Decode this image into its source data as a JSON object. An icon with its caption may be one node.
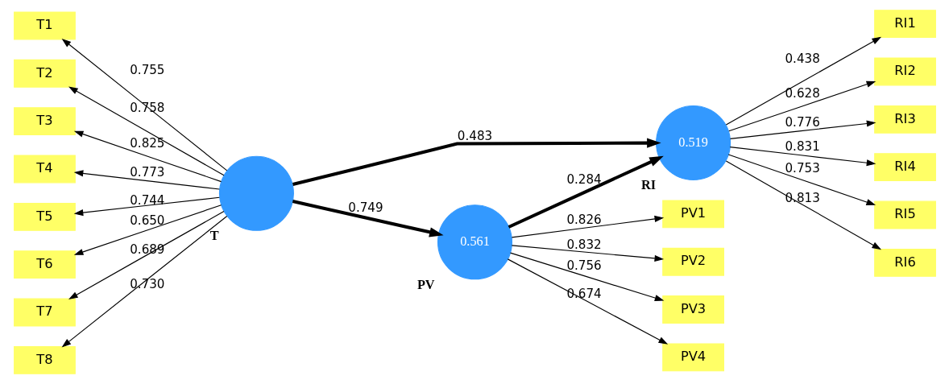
{
  "diagram": {
    "nodes": [
      {
        "text": [],
        "shape": "circle",
        "beside": [
          "T"
        ]
      },
      {
        "text": [
          "0.561"
        ],
        "beside": [
          "PV"
        ]
      },
      {
        "text": [
          "0.519"
        ],
        "beside": [
          "RI"
        ]
      },
      {
        "text": [
          "PV1"
        ]
      },
      {
        "text": [
          "PV2"
        ]
      },
      {
        "text": [
          "PV3"
        ]
      },
      {
        "text": [
          "PV4"
        ]
      },
      {
        "text": [
          "T1"
        ]
      },
      {
        "text": [
          "T2"
        ]
      },
      {
        "text": [
          "T3"
        ]
      },
      {
        "text": [
          "T4"
        ]
      },
      {
        "text": [
          "T5"
        ]
      },
      {
        "text": [
          "T6"
        ]
      },
      {
        "text": [
          "T7"
        ]
      },
      {
        "text": [
          "T8"
        ]
      },
      {
        "text": [
          "RI1"
        ]
      },
      {
        "text": [
          "RI2"
        ]
      },
      {
        "text": [
          "RI3"
        ]
      },
      {
        "text": [
          "RI4"
        ]
      },
      {
        "text": [
          "RI5"
        ]
      },
      {
        "text": [
          "RI6"
        ]
      }
    ],
    "edges": [
      {
        "from": 1,
        "to": 3,
        "arrow": "to",
        "label": "0.826"
      },
      {
        "from": 1,
        "to": 4,
        "arrow": "to",
        "label": "0.832"
      },
      {
        "from": 1,
        "to": 5,
        "arrow": "to",
        "label": "0.756"
      },
      {
        "from": 1,
        "to": 6,
        "arrow": "to",
        "label": "0.674"
      },
      {
        "from": 0,
        "to": 7,
        "arrow": "to",
        "label": "0.755"
      },
      {
        "from": 0,
        "to": 8,
        "arrow": "to",
        "label": "0.758"
      },
      {
        "from": 0,
        "to": 9,
        "arrow": "to",
        "label": "0.825"
      },
      {
        "from": 0,
        "to": 10,
        "arrow": "to",
        "label": "0.773"
      },
      {
        "from": 0,
        "to": 11,
        "arrow": "to",
        "label": "0.744"
      },
      {
        "from": 0,
        "to": 12,
        "arrow": "to",
        "label": "0.650"
      },
      {
        "from": 0,
        "to": 13,
        "arrow": "to",
        "label": "0.689"
      },
      {
        "from": 0,
        "to": 14,
        "arrow": "to",
        "label": "0.730"
      },
      {
        "from": 0,
        "to": 1,
        "arrow": "to",
        "label": "0.749",
        "style": "thick"
      },
      {
        "from": 1,
        "to": 2,
        "arrow": "to",
        "label": "0.284",
        "style": "thick"
      },
      {
        "from": 0,
        "to": 2,
        "arrow": "to",
        "label": "0.483",
        "style": "thick"
      },
      {
        "from": 2,
        "to": 15,
        "arrow": "to",
        "label": "0.438"
      },
      {
        "from": 2,
        "to": 16,
        "arrow": "to",
        "label": "0.628"
      },
      {
        "from": 2,
        "to": 17,
        "arrow": "to",
        "label": "0.776"
      },
      {
        "from": 2,
        "to": 18,
        "arrow": "to",
        "label": "0.831"
      },
      {
        "from": 2,
        "to": 19,
        "arrow": "to",
        "label": "0.753"
      },
      {
        "from": 2,
        "to": 20,
        "arrow": "to",
        "label": "0.813"
      }
    ]
  }
}
